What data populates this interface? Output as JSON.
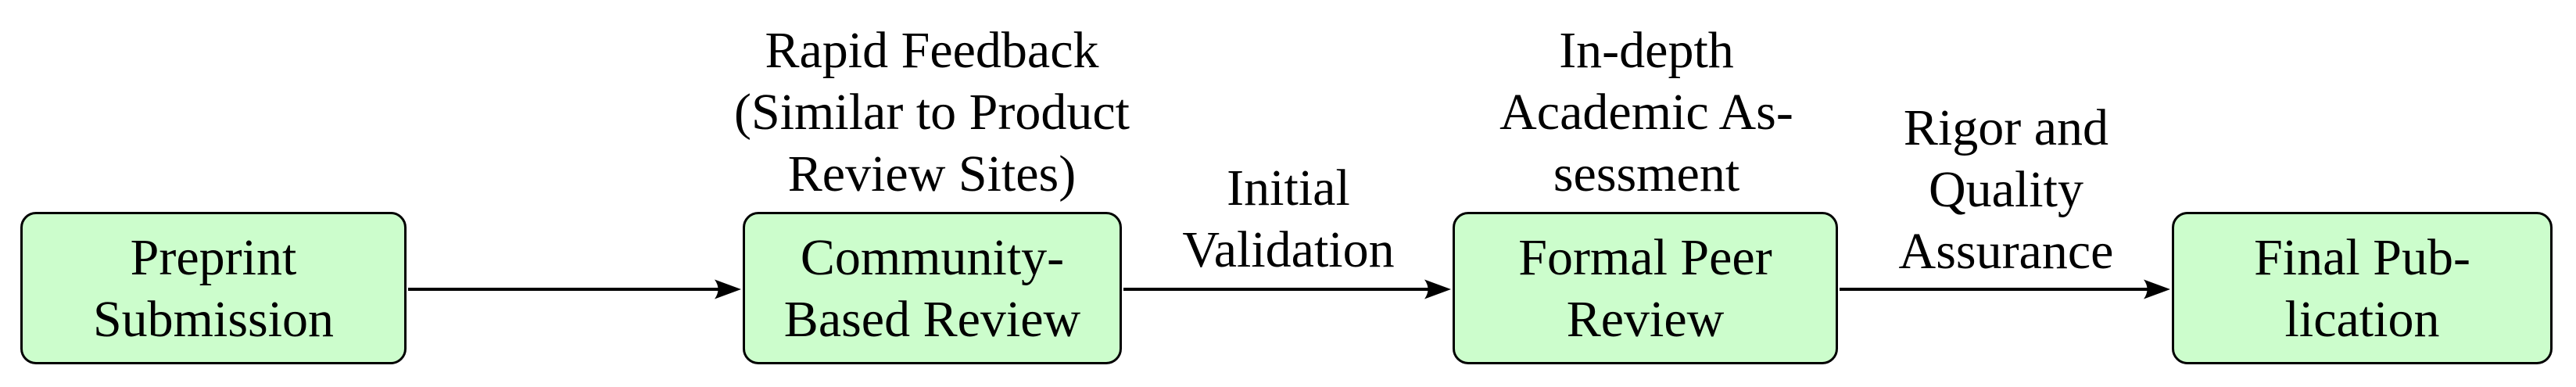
{
  "diagram": {
    "description": "Publication workflow flowchart",
    "nodes": [
      {
        "id": "preprint-submission",
        "label": "Preprint\nSubmission"
      },
      {
        "id": "community-based-review",
        "label": "Community-\nBased Review"
      },
      {
        "id": "formal-peer-review",
        "label": "Formal Peer\nReview"
      },
      {
        "id": "final-publication",
        "label": "Final Pub-\nlication"
      }
    ],
    "annotations": [
      {
        "attached_to": "community-based-review",
        "text": "Rapid Feedback\n(Similar to Product\nReview Sites)"
      },
      {
        "attached_to": "arrow-community-to-formal",
        "text": "Initial\nValidation"
      },
      {
        "attached_to": "formal-peer-review",
        "text": "In-depth\nAcademic As-\nsessment"
      },
      {
        "attached_to": "arrow-formal-to-final",
        "text": "Rigor and\nQuality\nAssurance"
      }
    ],
    "edges": [
      {
        "from": "preprint-submission",
        "to": "community-based-review"
      },
      {
        "from": "community-based-review",
        "to": "formal-peer-review"
      },
      {
        "from": "formal-peer-review",
        "to": "final-publication"
      }
    ],
    "colors": {
      "node_fill": "#ccfdcc",
      "node_border": "#000000",
      "arrow": "#000000",
      "text": "#000000",
      "background": "#ffffff"
    }
  }
}
